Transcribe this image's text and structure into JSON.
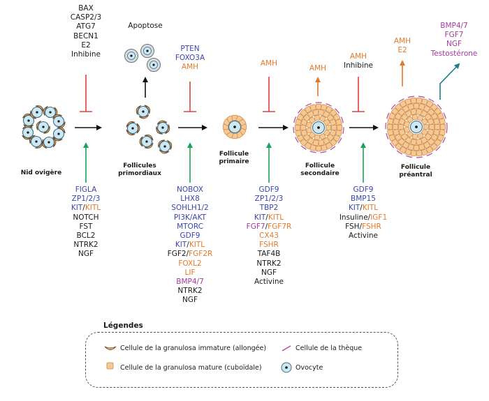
{
  "stages": [
    {
      "id": "nid",
      "label_lines": [
        "Nid ovigère"
      ]
    },
    {
      "id": "primordial",
      "label_lines": [
        "Follicules",
        "primordiaux"
      ]
    },
    {
      "id": "primaire",
      "label_lines": [
        "Follicule",
        "primaire"
      ]
    },
    {
      "id": "secondaire",
      "label_lines": [
        "Follicule",
        "secondaire"
      ]
    },
    {
      "id": "preantral",
      "label_lines": [
        "Follicule",
        "préantral"
      ]
    }
  ],
  "apoptosis_label": "Apoptose",
  "inhibitors": [
    {
      "id": "inh1",
      "items": [
        {
          "text": "BAX",
          "color": "black"
        },
        {
          "text": "CASP2/3",
          "color": "black"
        },
        {
          "text": "ATG7",
          "color": "black"
        },
        {
          "text": "BECN1",
          "color": "black"
        },
        {
          "text": "E2",
          "color": "black"
        },
        {
          "text": "Inhibine",
          "color": "black"
        }
      ]
    },
    {
      "id": "inh2",
      "items": [
        {
          "text": "PTEN",
          "color": "blue"
        },
        {
          "text": "FOXO3A",
          "color": "blue"
        },
        {
          "text": "AMH",
          "color": "orange"
        }
      ]
    },
    {
      "id": "inh3",
      "items": [
        {
          "text": "AMH",
          "color": "orange"
        }
      ]
    },
    {
      "id": "inh4",
      "items": [
        {
          "text": "AMH",
          "color": "orange"
        },
        {
          "text": "Inhibine",
          "color": "black"
        }
      ]
    }
  ],
  "secretions": [
    {
      "id": "sec-secondaire",
      "items": [
        {
          "text": "AMH",
          "color": "orange"
        }
      ]
    },
    {
      "id": "sec-preantral-1",
      "items": [
        {
          "text": "AMH",
          "color": "orange"
        },
        {
          "text": "E2",
          "color": "orange"
        }
      ]
    },
    {
      "id": "sec-preantral-2",
      "items": [
        {
          "text": "BMP4/7",
          "color": "purple"
        },
        {
          "text": "FGF7",
          "color": "purple"
        },
        {
          "text": "NGF",
          "color": "purple"
        },
        {
          "text": "Testostérone",
          "color": "purple"
        }
      ]
    }
  ],
  "activators": [
    {
      "id": "act1",
      "lines": [
        [
          {
            "text": "FIGLA",
            "color": "blue"
          }
        ],
        [
          {
            "text": "ZP1/2/3",
            "color": "blue"
          }
        ],
        [
          {
            "text": "KIT",
            "color": "blue"
          },
          {
            "text": "/",
            "color": "black"
          },
          {
            "text": "KITL",
            "color": "orange"
          }
        ],
        [
          {
            "text": "NOTCH",
            "color": "black"
          }
        ],
        [
          {
            "text": "FST",
            "color": "black"
          }
        ],
        [
          {
            "text": "BCL2",
            "color": "black"
          }
        ],
        [
          {
            "text": "NTRK2",
            "color": "black"
          }
        ],
        [
          {
            "text": "NGF",
            "color": "black"
          }
        ]
      ]
    },
    {
      "id": "act2",
      "lines": [
        [
          {
            "text": "NOBOX",
            "color": "blue"
          }
        ],
        [
          {
            "text": "LHX8",
            "color": "blue"
          }
        ],
        [
          {
            "text": "SOHLH1/2",
            "color": "blue"
          }
        ],
        [
          {
            "text": "PI3K/AKT",
            "color": "blue"
          }
        ],
        [
          {
            "text": "MTORC",
            "color": "blue"
          }
        ],
        [
          {
            "text": "GDF9",
            "color": "blue"
          }
        ],
        [
          {
            "text": "KIT",
            "color": "blue"
          },
          {
            "text": "/",
            "color": "black"
          },
          {
            "text": "KITL",
            "color": "orange"
          }
        ],
        [
          {
            "text": "FGF2/",
            "color": "black"
          },
          {
            "text": "FGF2R",
            "color": "orange"
          }
        ],
        [
          {
            "text": "FOXL2",
            "color": "orange"
          }
        ],
        [
          {
            "text": "LIF",
            "color": "orange"
          }
        ],
        [
          {
            "text": "BMP4/7",
            "color": "purple"
          }
        ],
        [
          {
            "text": "NTRK2",
            "color": "black"
          }
        ],
        [
          {
            "text": "NGF",
            "color": "black"
          }
        ]
      ]
    },
    {
      "id": "act3",
      "lines": [
        [
          {
            "text": "GDF9",
            "color": "blue"
          }
        ],
        [
          {
            "text": "ZP1/2/3",
            "color": "blue"
          }
        ],
        [
          {
            "text": "TBP2",
            "color": "blue"
          }
        ],
        [
          {
            "text": "KIT",
            "color": "blue"
          },
          {
            "text": "/",
            "color": "black"
          },
          {
            "text": "KITL",
            "color": "orange"
          }
        ],
        [
          {
            "text": "FGF7",
            "color": "purple"
          },
          {
            "text": "/",
            "color": "black"
          },
          {
            "text": "FGF7R",
            "color": "orange"
          }
        ],
        [
          {
            "text": "CX43",
            "color": "orange"
          }
        ],
        [
          {
            "text": "FSHR",
            "color": "orange"
          }
        ],
        [
          {
            "text": "TAF4B",
            "color": "black"
          }
        ],
        [
          {
            "text": "NTRK2",
            "color": "black"
          }
        ],
        [
          {
            "text": "NGF",
            "color": "black"
          }
        ],
        [
          {
            "text": "Activine",
            "color": "black"
          }
        ]
      ]
    },
    {
      "id": "act4",
      "lines": [
        [
          {
            "text": "GDF9",
            "color": "blue"
          }
        ],
        [
          {
            "text": "BMP15",
            "color": "blue"
          }
        ],
        [
          {
            "text": "KIT",
            "color": "blue"
          },
          {
            "text": "/",
            "color": "black"
          },
          {
            "text": "KITL",
            "color": "orange"
          }
        ],
        [
          {
            "text": "Insuline/",
            "color": "black"
          },
          {
            "text": "IGF1",
            "color": "orange"
          }
        ],
        [
          {
            "text": "FSH/",
            "color": "black"
          },
          {
            "text": "FSHR",
            "color": "orange"
          }
        ],
        [
          {
            "text": "Activine",
            "color": "black"
          }
        ]
      ]
    }
  ],
  "legend": {
    "title": "Légendes",
    "items": {
      "immature": "Cellule de la granulosa immature (allongée)",
      "mature": "Cellule de la granulosa mature (cuboïdale)",
      "theca": "Cellule de la thèque",
      "oocyte": "Ovocyte"
    }
  },
  "colors": {
    "blue": "#3a47a8",
    "orange": "#e07a2b",
    "purple": "#a23b9e",
    "red": "#e0403a",
    "green": "#1aa35a",
    "teal": "#1f7d8c",
    "theca": "#b4469a",
    "cube_fill": "#f6c894",
    "cube_stroke": "#c9874a",
    "oocyte_fill": "#cde8f2",
    "oocyte_stroke": "#3b6f88"
  }
}
